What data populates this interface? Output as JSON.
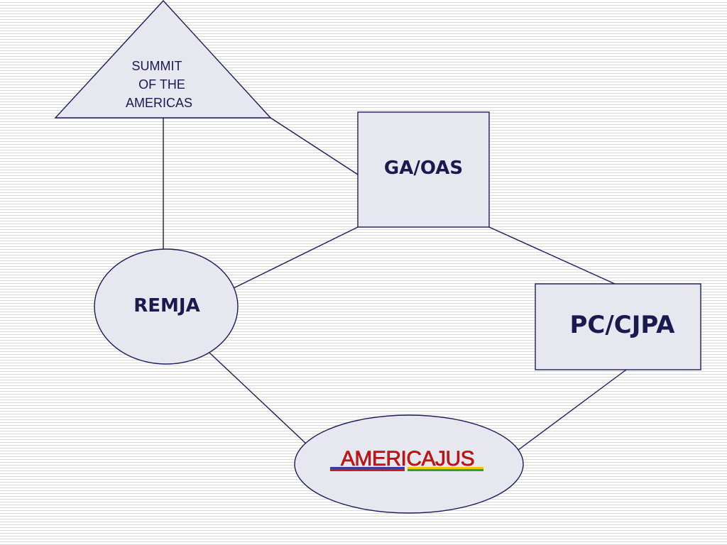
{
  "nodes": {
    "summit": {
      "label_lines": [
        "SUMMIT",
        "OF THE",
        "AMERICAS"
      ]
    },
    "ga_oas": {
      "label": "GA/OAS"
    },
    "remja": {
      "label": "REMJA"
    },
    "pc_cjpa": {
      "label": "PC/CJPA"
    },
    "americajus": {
      "label": "AMERICAJUS"
    }
  },
  "edges": [
    {
      "from": "summit",
      "to": "ga_oas"
    },
    {
      "from": "summit",
      "to": "remja"
    },
    {
      "from": "ga_oas",
      "to": "remja"
    },
    {
      "from": "ga_oas",
      "to": "pc_cjpa"
    },
    {
      "from": "remja",
      "to": "americajus"
    },
    {
      "from": "pc_cjpa",
      "to": "americajus"
    }
  ],
  "colors": {
    "line": "#1c1c5a",
    "node_fill": "#e6e7ef",
    "text": "#1a1a4e",
    "logo_text": "#d21414",
    "logo_stripes": [
      "#3a3aa0",
      "#c81e1e",
      "#f0c800",
      "#2fa02f"
    ]
  }
}
